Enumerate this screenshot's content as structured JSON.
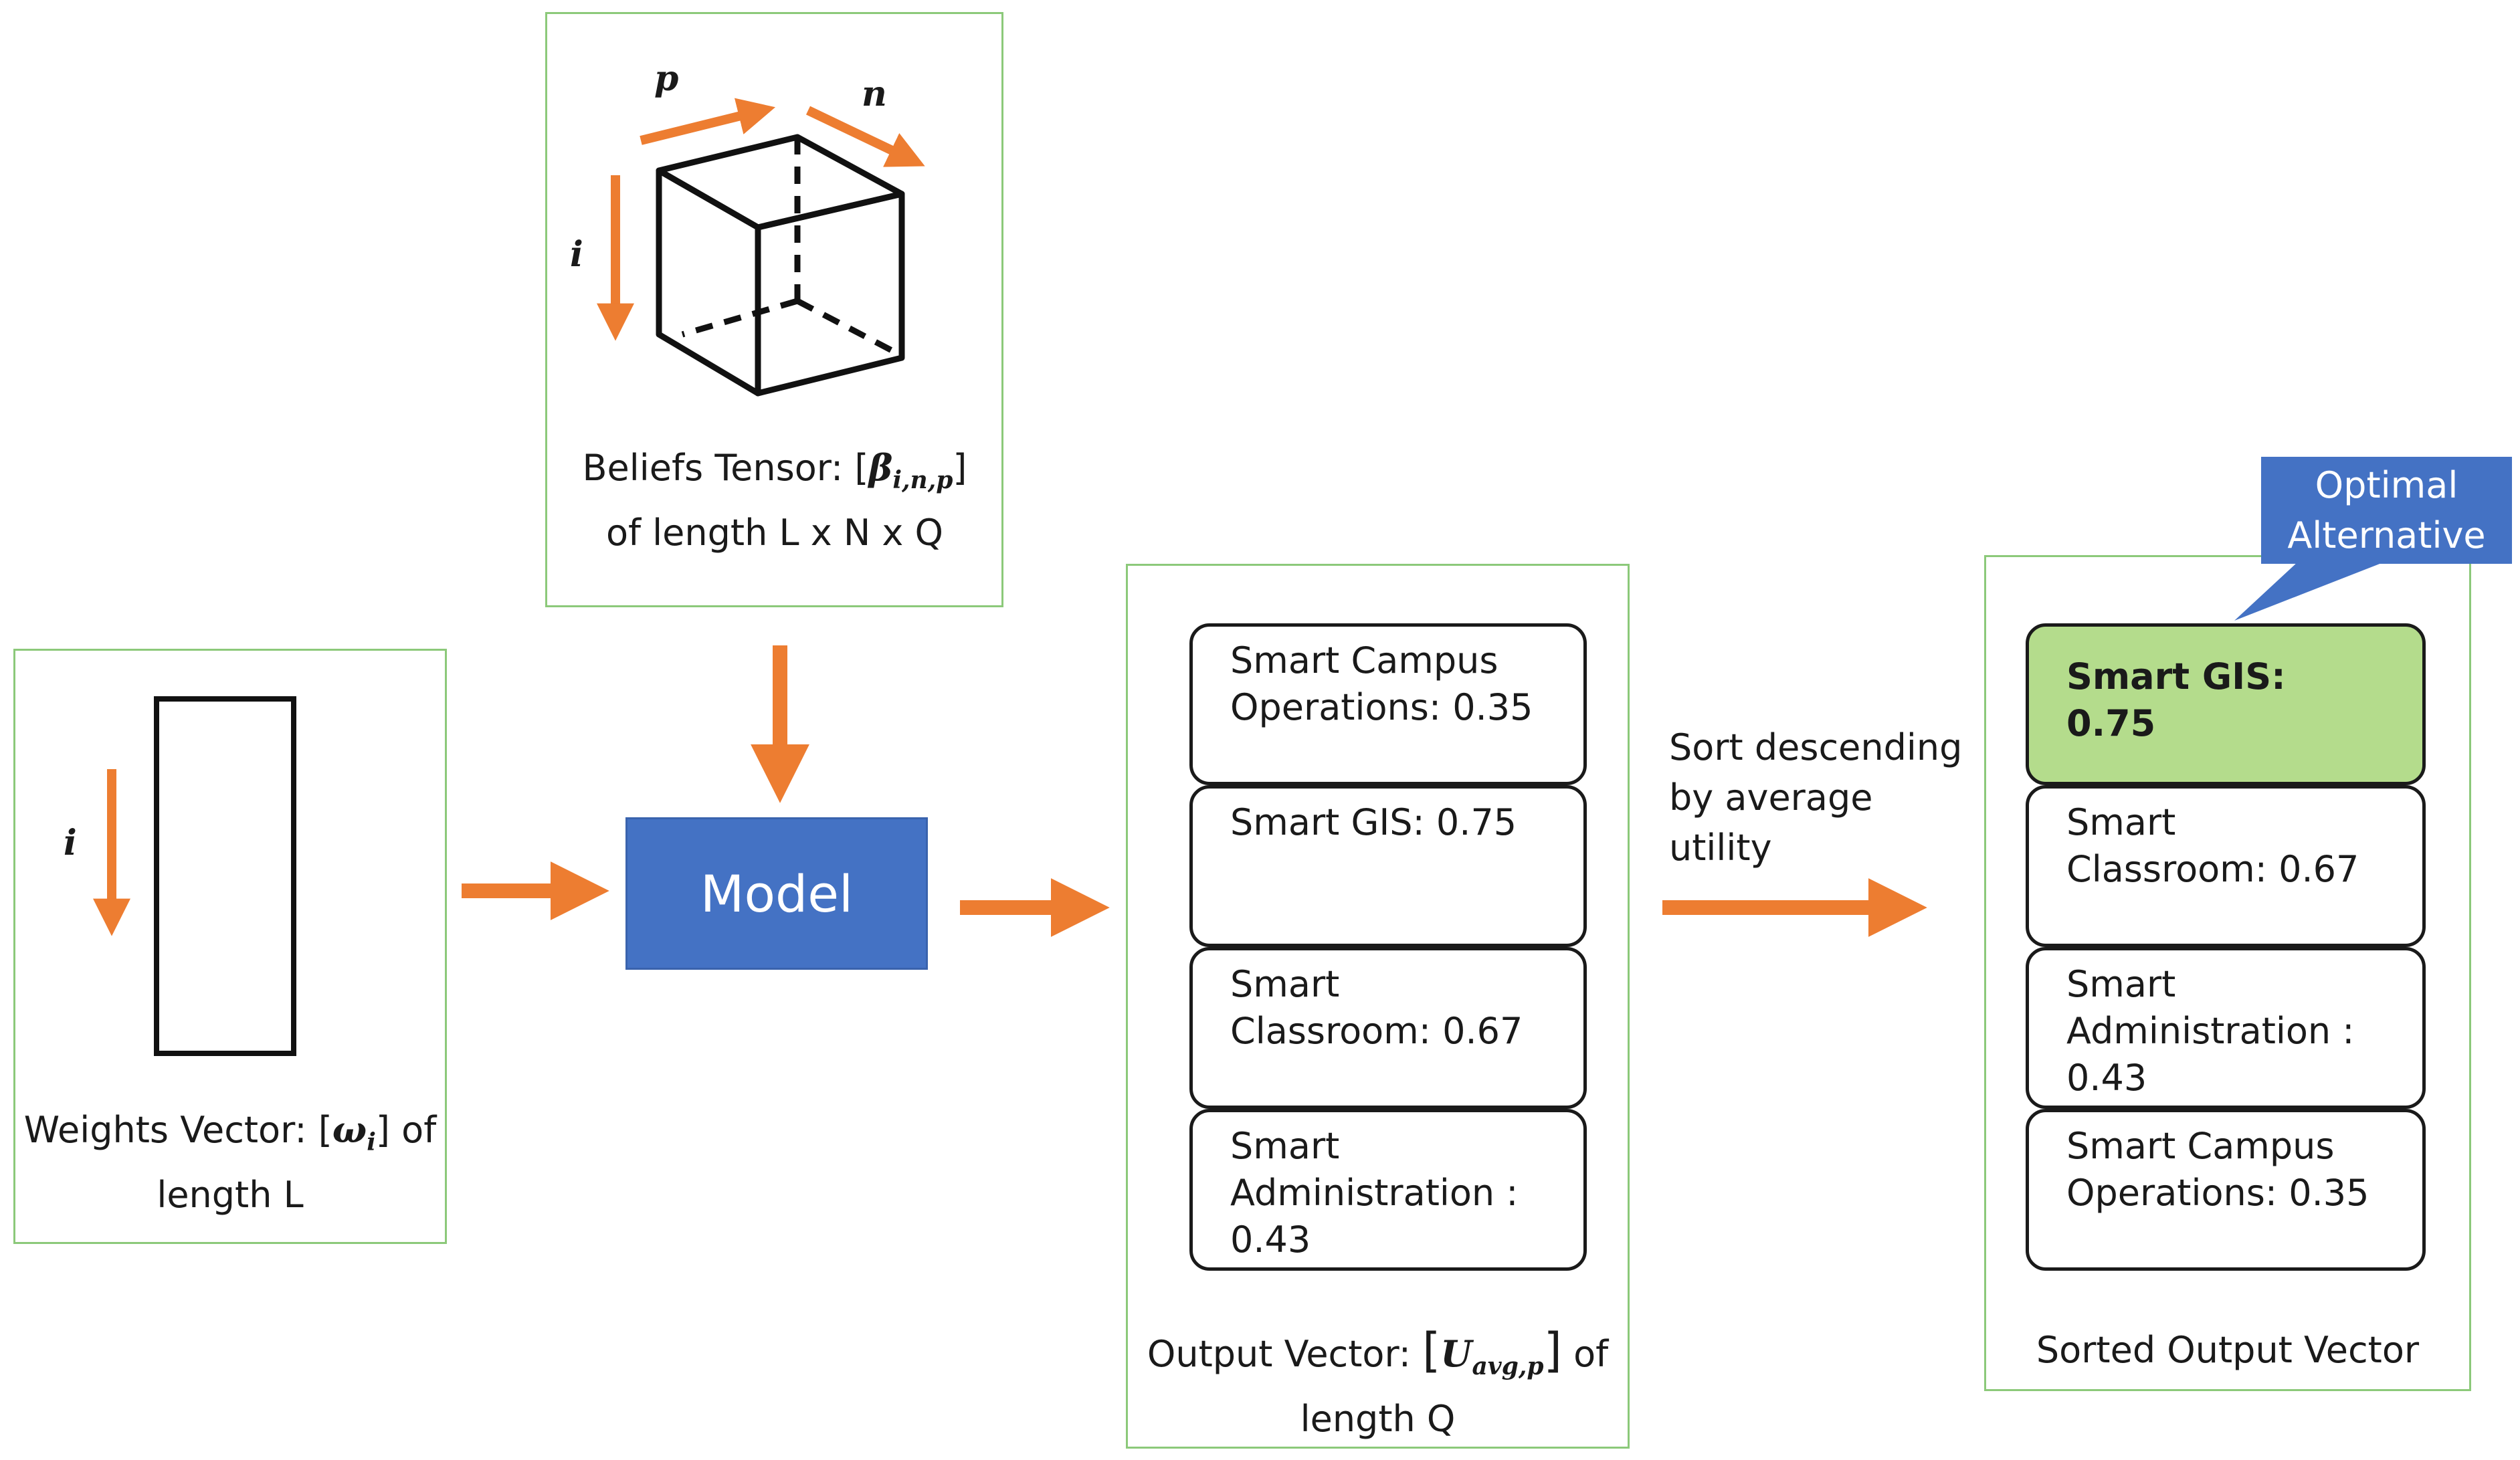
{
  "beliefs": {
    "caption_line1": "Beliefs Tensor: ",
    "math_symbol": "β",
    "math_subscript": "i,n,p",
    "caption_line2": "of length L x N x Q",
    "axis_p": "p",
    "axis_n": "n",
    "axis_i": "i"
  },
  "weights": {
    "caption_line1": "Weights Vector: ",
    "math_symbol": "ω",
    "math_subscript": "i",
    "caption_after": " of",
    "caption_line2": "length L",
    "axis_i": "i"
  },
  "model": {
    "label": "Model"
  },
  "output_vector": {
    "items": [
      {
        "label": "Smart Campus Operations: 0.35"
      },
      {
        "label": "Smart GIS: 0.75"
      },
      {
        "label": "Smart Classroom: 0.67"
      },
      {
        "label": "Smart Administration : 0.43"
      }
    ],
    "caption_line1": "Output Vector: ",
    "math_symbol": "U",
    "math_subscript": "avg,p",
    "caption_after": " of",
    "caption_line2": "length Q"
  },
  "sort_step": {
    "label": "Sort descending by average utility"
  },
  "sorted_vector": {
    "items": [
      {
        "label": "Smart GIS: 0.75"
      },
      {
        "label": "Smart Classroom: 0.67"
      },
      {
        "label": "Smart Administration : 0.43"
      },
      {
        "label": "Smart Campus Operations: 0.35"
      }
    ],
    "caption": "Sorted Output Vector"
  },
  "callout": {
    "label": "Optimal Alternative"
  },
  "colors": {
    "arrow": "#ed7d31",
    "model_fill": "#4472c4",
    "panel_border": "#8cc97a",
    "highlight": "#b4dc8c"
  }
}
